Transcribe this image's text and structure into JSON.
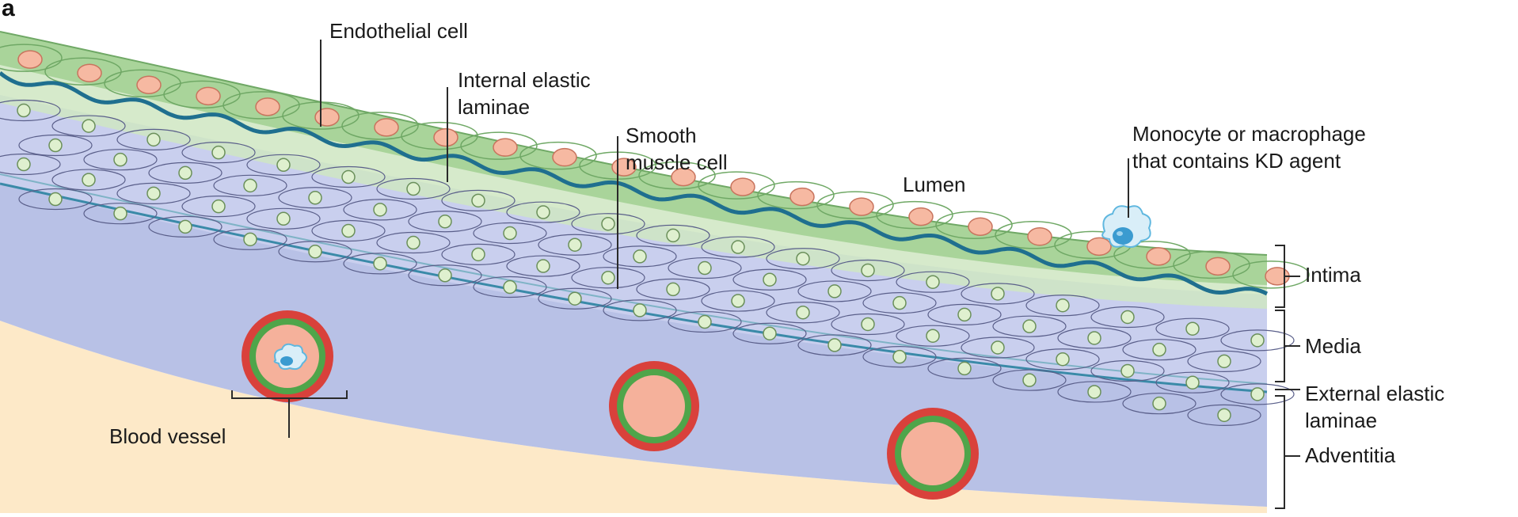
{
  "figure": {
    "panel_label": "a",
    "labels": {
      "endothelial_cell": "Endothelial cell",
      "internal_elastic_line1": "Internal elastic",
      "internal_elastic_line2": "laminae",
      "smooth_muscle_line1": "Smooth",
      "smooth_muscle_line2": "muscle cell",
      "lumen": "Lumen",
      "monocyte_line1": "Monocyte or macrophage",
      "monocyte_line2": "that contains KD agent",
      "intima": "Intima",
      "media": "Media",
      "external_elastic_line1": "External elastic",
      "external_elastic_line2": "laminae",
      "adventitia": "Adventitia",
      "blood_vessel": "Blood vessel"
    },
    "colors": {
      "endothelium": "#a9d49a",
      "endothelium_dark": "#6fa865",
      "nucleus": "#f6b9a2",
      "smooth_muscle": "#c9cfee",
      "smooth_muscle_nucleus": "#dff0cf",
      "elastic_lamina": "#1f6f8f",
      "adventitia": "#b8c1e6",
      "background_tissue": "#fde9c8",
      "vessel_outer": "#d9413b",
      "vessel_mid": "#4fa54a",
      "vessel_lumen": "#f5b19b",
      "macrophage": "#5fb7df"
    }
  }
}
